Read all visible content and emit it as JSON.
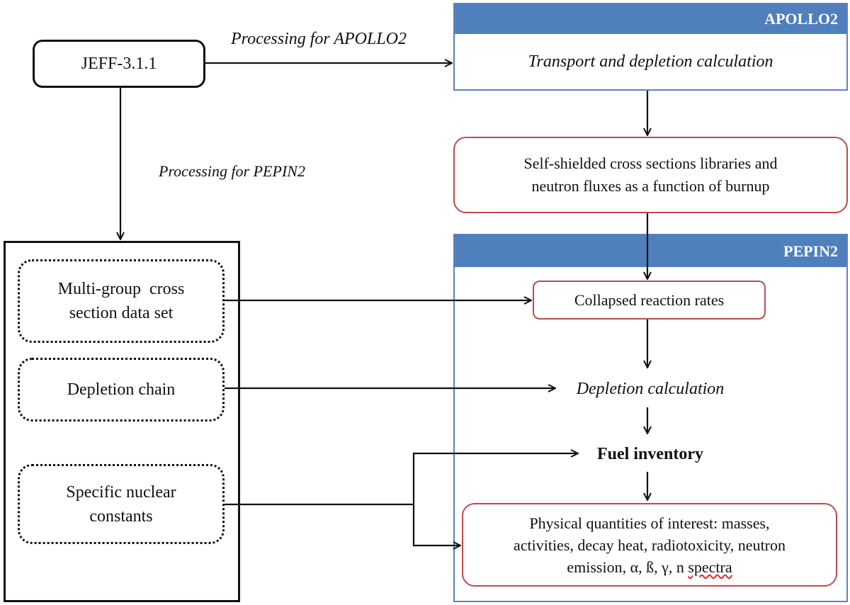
{
  "nodes": {
    "jeff": "JEFF-3.1.1",
    "apollo_transport": "Transport and depletion calculation",
    "self_shielded": [
      "Self-shielded cross sections libraries and",
      "neutron fluxes as a function of burnup"
    ],
    "multigroup": [
      "Multi-group  cross",
      "section data set"
    ],
    "depletion_chain": "Depletion chain",
    "specific_constants": [
      "Specific nuclear",
      "constants"
    ],
    "collapsed_rates": "Collapsed reaction rates",
    "depletion_calc": "Depletion calculation",
    "fuel_inventory": "Fuel inventory",
    "physical_quantities": [
      "Physical quantities of interest: masses,",
      "activities, decay heat, radiotoxicity, neutron",
      "emission, α, ß, γ, n",
      "spectra"
    ]
  },
  "panels": {
    "apollo2": "APOLLO2",
    "pepin2": "PEPIN2"
  },
  "edge_labels": {
    "processing_apollo2": "Processing for APOLLO2",
    "processing_pepin2": "Processing for PEPIN2"
  },
  "colors": {
    "panel_blue": "#4f7fbd",
    "box_red": "#c04a4a",
    "line": "#111111"
  }
}
